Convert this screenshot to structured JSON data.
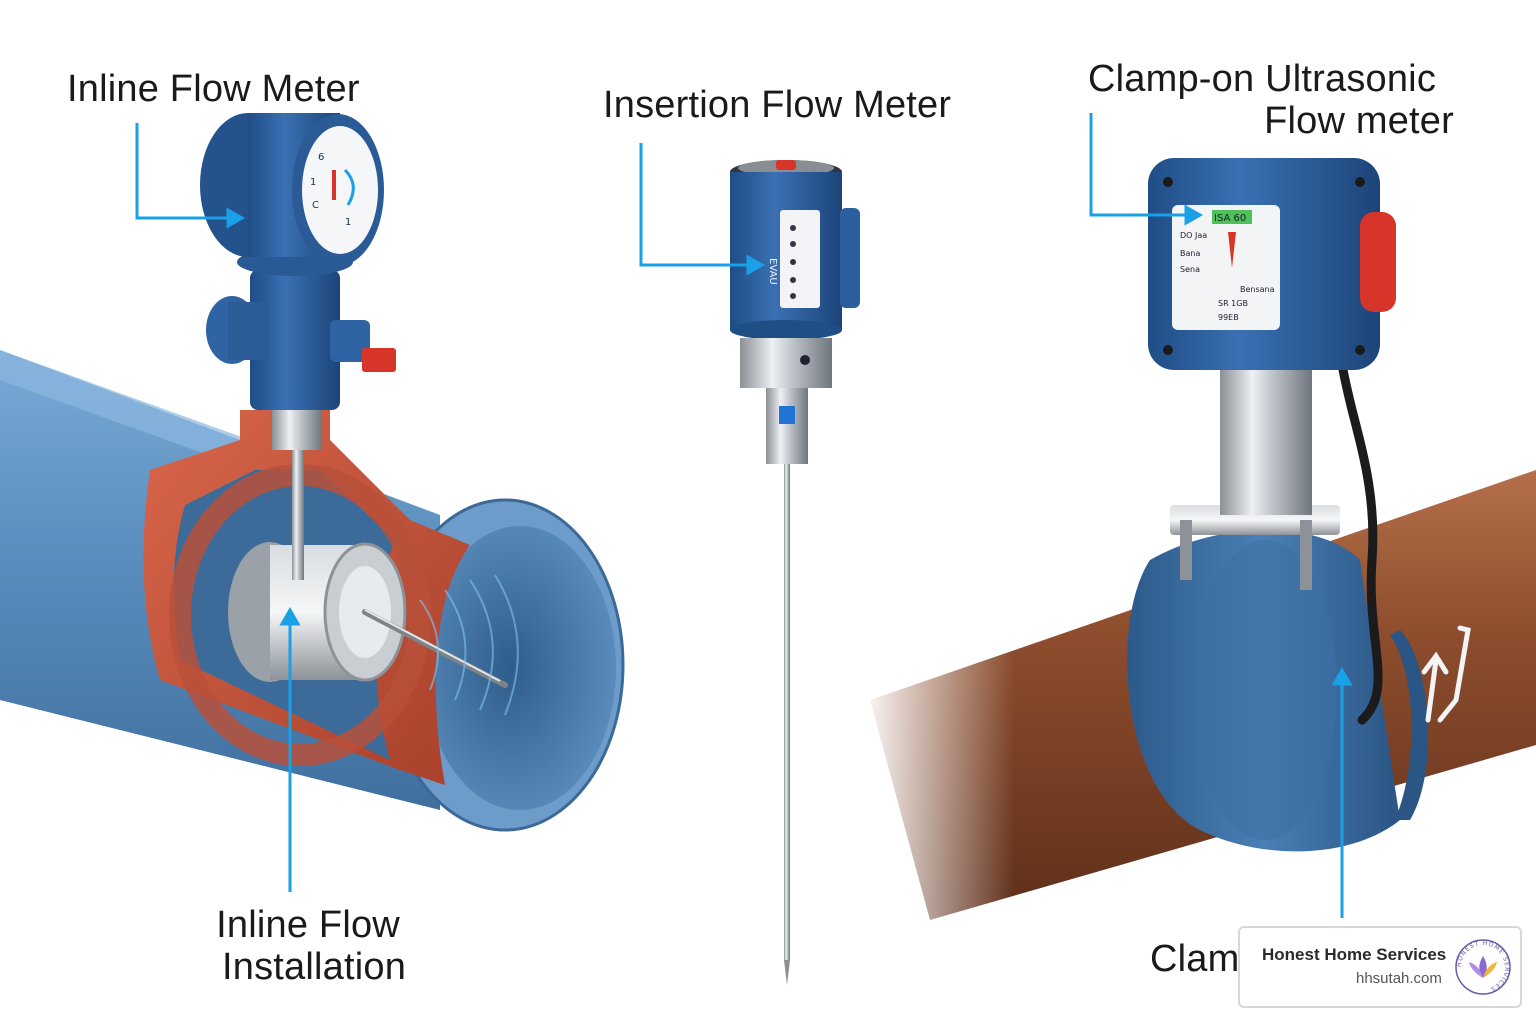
{
  "labels": {
    "inline_flow_meter": "Inline Flow Meter",
    "insertion_flow_meter": "Insertion Flow Meter",
    "clamp_on_line1": "Clamp-on Ultrasonic",
    "clamp_on_line2": "Flow meter",
    "inline_install_line1": "Inline Flow",
    "inline_install_line2": "Installation",
    "clamp_bottom_partial": "Clam"
  },
  "brand": {
    "name": "Honest Home Services",
    "url": "hhsutah.com",
    "logo_ring_text": "HONEST HOME SERVICES"
  },
  "device_display_text": {
    "inline_dial": [
      "6",
      "1",
      "C",
      "1"
    ],
    "insertion_panel": "EVAU",
    "clamp_panel_header": "ISA 60",
    "clamp_panel_rows": [
      "DO Jaa",
      "Bana",
      "Sena",
      "Bensana",
      "SR 1GB",
      "99EB"
    ]
  },
  "colors": {
    "callout_line": "#1aa0e6",
    "pipe_blue": "#5b8fbe",
    "pipe_inner_red": "#c8563d",
    "copper_pipe": "#8a4a2c",
    "device_blue": "#2d5f9e",
    "accent_red": "#d8352a"
  }
}
